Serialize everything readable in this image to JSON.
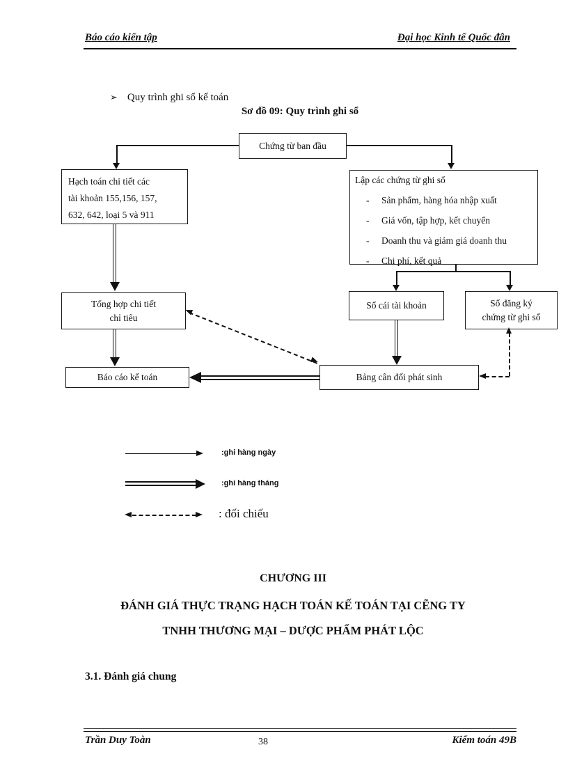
{
  "header": {
    "left_title": "Báo cáo kiến tập",
    "right_title": "Đại học Kinh tế Quốc đân"
  },
  "intro": {
    "bullet_icon": "➢",
    "bullet_text": "Quy trình ghi sổ kế toán",
    "diagram_title": "Sơ đồ 09: Quy trình ghi sổ"
  },
  "flowchart": {
    "chung_tu": "Chứng từ ban đầu",
    "hach_toan": {
      "line1": "Hạch toán chi tiết các",
      "line2": "tài khoản 155,156, 157,",
      "line3": "632, 642, loại 5 và 911"
    },
    "lap": {
      "title": "Lập các chứng từ ghi sổ",
      "marker": "-",
      "items": [
        "Sản phẩm, hàng hóa nhập xuất",
        "Giá vốn, tập hợp, kết chuyển",
        "Doanh thu và giảm giá doanh thu",
        "Chi phí, kết quả"
      ]
    },
    "tong_hop": {
      "line1": "Tổng hợp chi tiết",
      "line2": "chỉ tiêu"
    },
    "so_cai": "Sổ cái tài khoản",
    "so_dang_ky": {
      "line1": "Sổ đăng ký",
      "line2": "chứng từ ghi sổ"
    },
    "bao_cao": "Báo cáo kế toán",
    "bang_can_doi": "Bảng cân đối phát sinh"
  },
  "legend": {
    "daily": {
      "icon": "thin-arrow",
      "label": ":ghi hàng ngày"
    },
    "monthly": {
      "icon": "thick-arrow",
      "label": ":ghi hàng tháng"
    },
    "reconcile": {
      "icon": "dashed-double-arrow",
      "label": ": đối chiếu"
    }
  },
  "chapter": {
    "heading": "CHƯƠNG III",
    "title_line1": "ĐÁNH GIÁ THỰC TRẠNG HẠCH TOÁN KẾ TOÁN TẠI CẼNG TY",
    "title_line2": "TNHH THƯƠNG MẠI – DƯỢC PHẨM PHÁT LỘC",
    "section_heading": "3.1. Đánh giá chung"
  },
  "footer": {
    "author": "Trần Duy Toàn",
    "page_number": "38",
    "class_name": "Kiểm toán 49B"
  }
}
